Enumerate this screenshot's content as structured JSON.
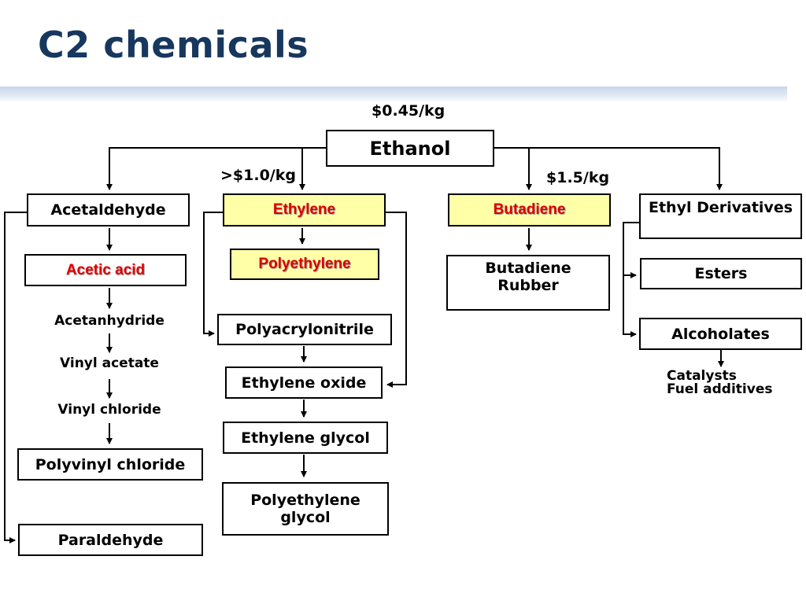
{
  "slide": {
    "title": "C2 chemicals"
  },
  "prices": {
    "ethanol": "$0.45/kg",
    "ethylene": ">$1.0/kg",
    "butadiene": "$1.5/kg"
  },
  "nodes": {
    "ethanol": "Ethanol",
    "acetaldehyde": "Acetaldehyde",
    "acetic_acid": "Acetic acid",
    "acetanhydride": "Acetanhydride",
    "vinyl_acetate": "Vinyl acetate",
    "vinyl_chloride": "Vinyl chloride",
    "polyvinyl_chloride": "Polyvinyl chloride",
    "paraldehyde": "Paraldehyde",
    "ethylene": "Ethylene",
    "polyethylene": "Polyethylene",
    "polyacrylonitrile": "Polyacrylonitrile",
    "ethylene_oxide": "Ethylene oxide",
    "ethylene_glycol": "Ethylene glycol",
    "polyethylene_glycol_line1": "Polyethylene",
    "polyethylene_glycol_line2": "glycol",
    "butadiene": "Butadiene",
    "butadiene_rubber_line1": "Butadiene",
    "butadiene_rubber_line2": "Rubber",
    "ethyl_derivatives": "Ethyl Derivatives",
    "esters": "Esters",
    "alcoholates": "Alcoholates",
    "catalysts": "Catalysts",
    "fuel_additives": "Fuel additives"
  }
}
